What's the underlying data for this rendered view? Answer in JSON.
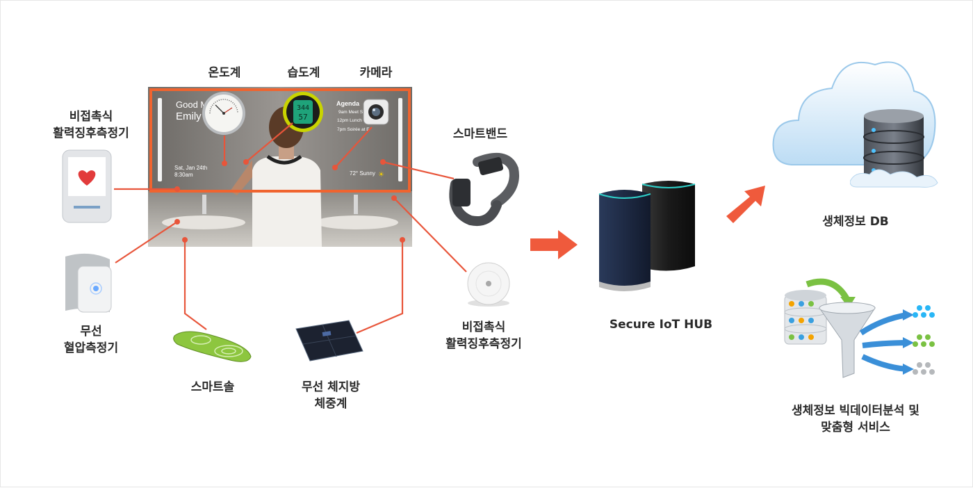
{
  "labels": {
    "thermometer": "온도계",
    "hygrometer": "습도계",
    "camera": "카메라",
    "vital_top_l1": "비접촉식",
    "vital_top_l2": "활력징후측정기",
    "smartband": "스마트밴드",
    "bp_l1": "무선",
    "bp_l2": "혈압측정기",
    "smartsole": "스마트솔",
    "scale_l1": "무선 체지방",
    "scale_l2": "체중계",
    "vital_bottom_l1": "비접촉식",
    "vital_bottom_l2": "활력징후측정기",
    "hub": "Secure IoT HUB",
    "db": "생체정보 DB",
    "service_l1": "생체정보 빅데이터분석 및",
    "service_l2": "맞춤형 서비스"
  },
  "mirror": {
    "greeting_l1": "Good M",
    "greeting_l2": "Emily",
    "date": "Sat, Jan 24th",
    "time": "8:30am",
    "agenda_title": "Agenda",
    "agenda_1": "9am Meet S",
    "agenda_2": "12pm Lunch",
    "agenda_3": "7pm Soirée at E",
    "weather": "72° Sunny"
  },
  "device_texts": {
    "hygro_display_top": "344",
    "hygro_display_bottom": "57"
  },
  "colors": {
    "accent_orange": "#f0642f",
    "connector": "#e8553a",
    "arrow": "#ef5a3c",
    "hub_blue": "#1e2a44",
    "hub_dark": "#1a1a1a",
    "cloud_blue": "#cfe6f8"
  },
  "icons": [
    "right-arrow-icon",
    "up-right-arrow-icon",
    "cloud-icon",
    "database-icon",
    "funnel-icon"
  ]
}
